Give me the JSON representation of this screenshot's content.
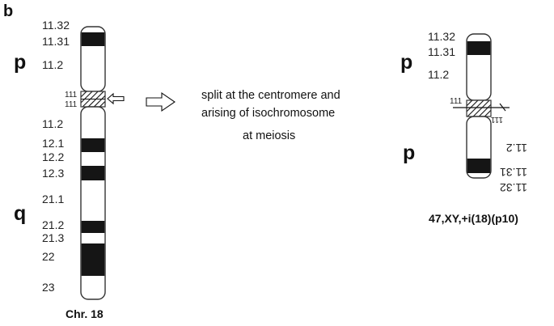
{
  "panel_label": "b",
  "chromosome_normal": {
    "p_arm_label": "p",
    "q_arm_label": "q",
    "p_bands": [
      "11.32",
      "11.31",
      "11.2"
    ],
    "centromere_bands": [
      "111",
      "111"
    ],
    "q_bands": [
      "11.2",
      "12.1",
      "12.2",
      "12.3",
      "21.1",
      "21.2",
      "21.3",
      "22",
      "23"
    ],
    "caption": "Chr. 18"
  },
  "transition_text": [
    "split at the centromere and",
    "arising of isochromosome",
    "at meiosis"
  ],
  "isochromosome": {
    "top_arm_label": "p",
    "bottom_arm_label": "p",
    "top_bands": [
      "11.32",
      "11.31",
      "11.2"
    ],
    "centromere_bands": [
      "111",
      "111"
    ],
    "mirrored_bands": [
      "11.2",
      "11.31",
      "11.32"
    ],
    "caption": "47,XY,+i(18)(p10)"
  },
  "colors": {
    "ink": "#111111",
    "band_dark": "#151515",
    "outline": "#333333"
  }
}
